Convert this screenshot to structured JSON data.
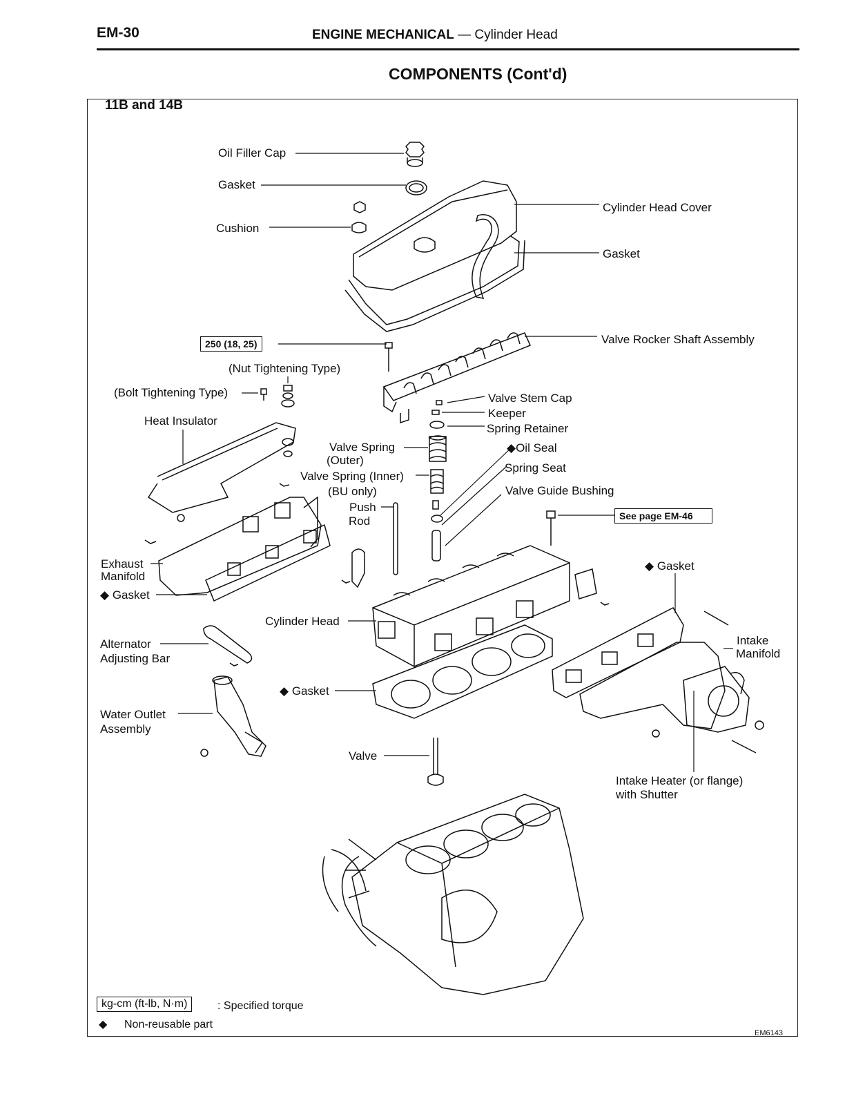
{
  "header": {
    "page_number": "EM-30",
    "section": "ENGINE MECHANICAL",
    "dash": " — ",
    "subsection": "Cylinder Head"
  },
  "title": "COMPONENTS (Cont'd)",
  "model_label": "11B and 14B",
  "labels": {
    "oil_filler_cap": "Oil Filler Cap",
    "gasket_cap": "Gasket",
    "cushion": "Cushion",
    "cylinder_head_cover": "Cylinder Head Cover",
    "gasket_cover": "Gasket",
    "torque_250": "250 (18, 25)",
    "valve_rocker_shaft_assembly": "Valve Rocker Shaft Assembly",
    "nut_tightening_type": "(Nut Tightening Type)",
    "bolt_tightening_type": "(Bolt Tightening Type)",
    "heat_insulator": "Heat Insulator",
    "valve_stem_cap": "Valve Stem Cap",
    "keeper": "Keeper",
    "spring_retainer": "Spring Retainer",
    "valve_spring_outer_1": "Valve Spring",
    "valve_spring_outer_2": "(Outer)",
    "oil_seal": "Oil Seal",
    "spring_seat": "Spring Seat",
    "valve_spring_inner": "Valve Spring (Inner)",
    "bu_only": "(BU only)",
    "valve_guide_bushing": "Valve Guide Bushing",
    "push_rod_1": "Push",
    "push_rod_2": "Rod",
    "see_page": "See page EM-46",
    "exhaust_manifold_1": "Exhaust",
    "exhaust_manifold_2": "Manifold",
    "gasket_exhaust": "Gasket",
    "gasket_intake": "Gasket",
    "cylinder_head": "Cylinder Head",
    "intake_manifold_1": "Intake",
    "intake_manifold_2": "Manifold",
    "alternator_1": "Alternator",
    "alternator_2": "Adjusting Bar",
    "gasket_head": "Gasket",
    "water_outlet_1": "Water Outlet",
    "water_outlet_2": "Assembly",
    "valve": "Valve",
    "intake_heater_1": "Intake Heater (or flange)",
    "intake_heater_2": "with Shutter"
  },
  "diamond": "◆",
  "legend": {
    "torque_unit": "kg-cm (ft-lb, N·m)",
    "torque_desc": ":  Specified torque",
    "nonreusable_desc": "Non-reusable part"
  },
  "figure_code": "EM6143"
}
